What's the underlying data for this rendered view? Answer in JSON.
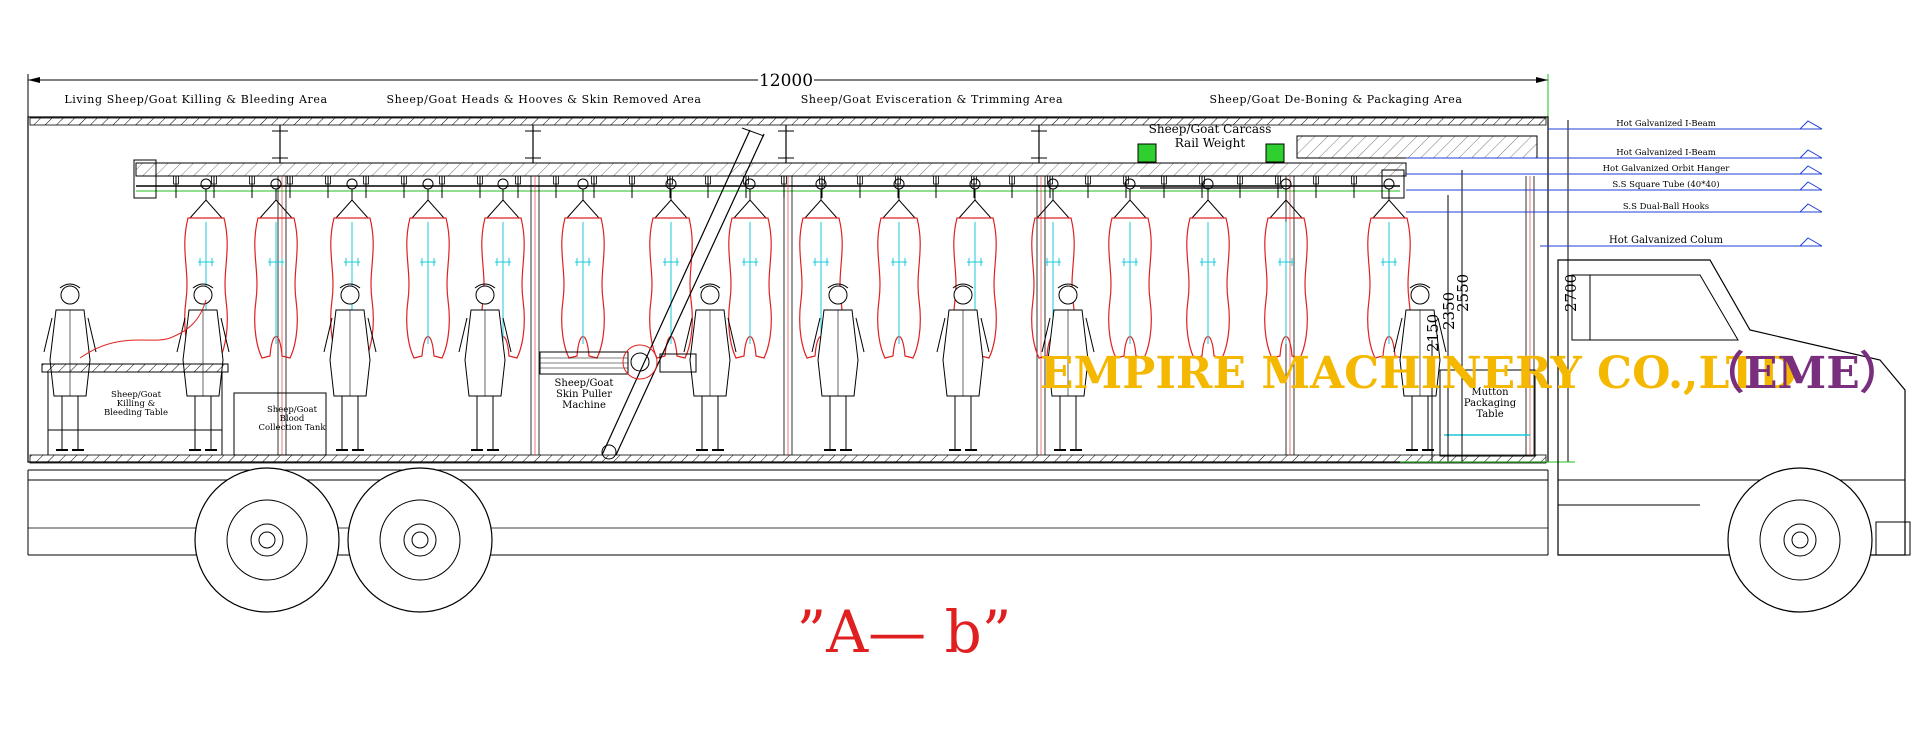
{
  "drawing": {
    "overall_dimension": "12000",
    "areas": [
      "Living Sheep/Goat Killing & Bleeding Area",
      "Sheep/Goat Heads & Hooves & Skin Removed Area",
      "Sheep/Goat Evisceration & Trimming Area",
      "Sheep/Goat De-Boning & Packaging Area"
    ],
    "callouts": [
      "Hot Galvanized I-Beam",
      "Hot Galvanized I-Beam",
      "Hot Galvanized Orbit Hanger",
      "S.S Square Tube (40*40)",
      "S.S Dual-Ball Hooks",
      "Hot Galvanized Colum"
    ],
    "equipment": {
      "rail_weight_line1": "Sheep/Goat Carcass",
      "rail_weight_line2": "Rail Weight",
      "bleeding_table": [
        "Sheep/Goat",
        "Killing &",
        "Bleeding Table"
      ],
      "blood_tank": [
        "Sheep/Goat",
        "Blood",
        "Collection Tank"
      ],
      "skin_puller": [
        "Sheep/Goat",
        "Skin Puller",
        "Machine"
      ],
      "packaging_table": [
        "Mutton",
        "Packaging",
        "Table"
      ]
    },
    "heights": [
      "2150",
      "2350",
      "2550",
      "2700"
    ],
    "watermark_main": "EMPIRE MACHINERY CO.,LTD",
    "watermark_brand": "（EME）",
    "caption": "”A— b”",
    "colors": {
      "line": "#000000",
      "carcass": "#e02020",
      "rib": "#18c8d8",
      "callout_line": "#1f3fd6",
      "watermark_main": "#f5b800",
      "watermark_brand": "#7a2f7e",
      "green_accent": "#22c022"
    }
  }
}
